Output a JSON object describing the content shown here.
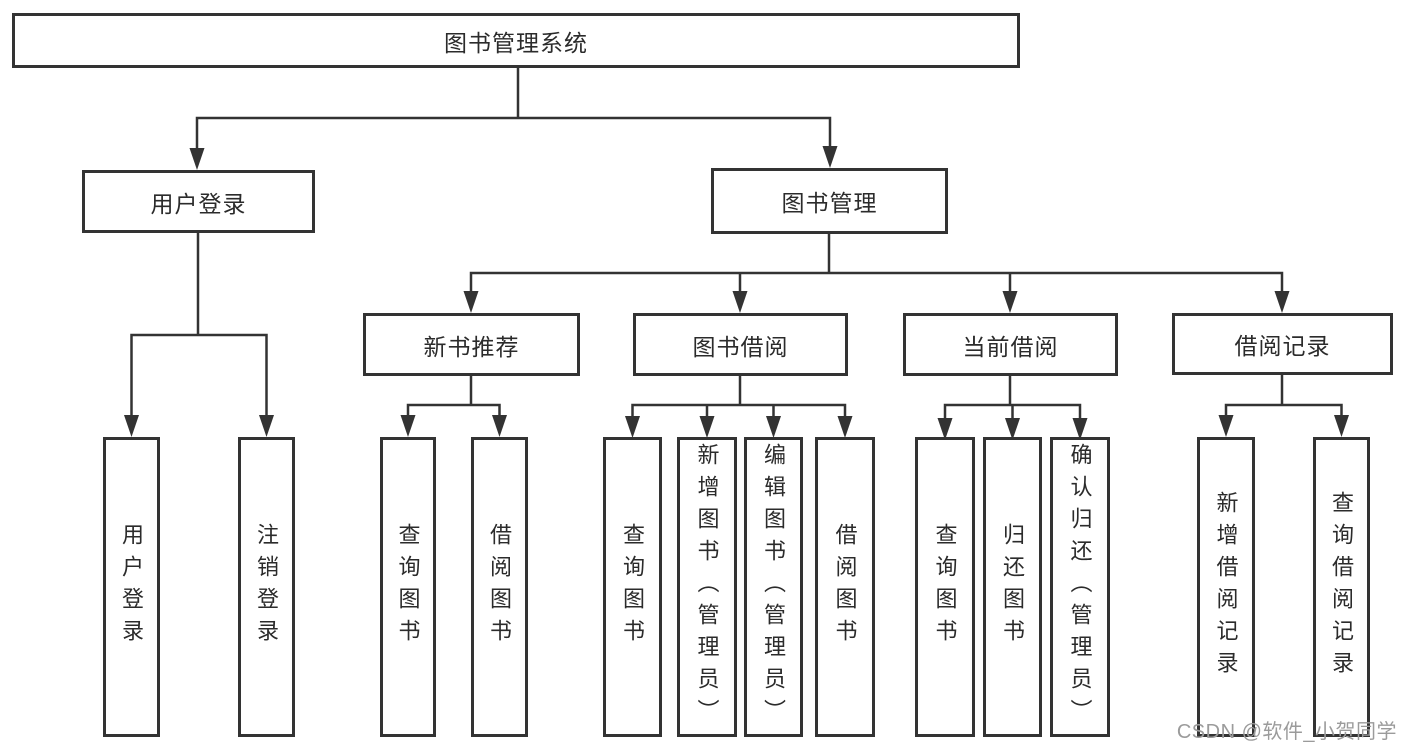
{
  "diagram_title": "图书管理系统",
  "tree": {
    "root": {
      "label": "图书管理系统"
    },
    "level1": [
      {
        "label": "用户登录"
      },
      {
        "label": "图书管理"
      }
    ],
    "level2": [
      {
        "label": "新书推荐",
        "parent": "图书管理"
      },
      {
        "label": "图书借阅",
        "parent": "图书管理"
      },
      {
        "label": "当前借阅",
        "parent": "图书管理"
      },
      {
        "label": "借阅记录",
        "parent": "图书管理"
      }
    ],
    "leaves": [
      {
        "label": "用户登录",
        "parent": "用户登录"
      },
      {
        "label": "注销登录",
        "parent": "用户登录"
      },
      {
        "label": "查询图书",
        "parent": "新书推荐"
      },
      {
        "label": "借阅图书",
        "parent": "新书推荐"
      },
      {
        "label": "查询图书",
        "parent": "图书借阅"
      },
      {
        "label": "新增图书（管理员）",
        "parent": "图书借阅"
      },
      {
        "label": "编辑图书（管理员）",
        "parent": "图书借阅"
      },
      {
        "label": "借阅图书",
        "parent": "图书借阅"
      },
      {
        "label": "查询图书",
        "parent": "当前借阅"
      },
      {
        "label": "归还图书",
        "parent": "当前借阅"
      },
      {
        "label": "确认归还（管理员）",
        "parent": "当前借阅"
      },
      {
        "label": "新增借阅记录",
        "parent": "借阅记录"
      },
      {
        "label": "查询借阅记录",
        "parent": "借阅记录"
      }
    ]
  },
  "watermark": {
    "text": "CSDN @软件_小贺同学",
    "color": "#9b9b9b"
  },
  "colors": {
    "line": "#333333",
    "border": "#333333",
    "text": "#2b2b2b",
    "background": "#ffffff"
  }
}
